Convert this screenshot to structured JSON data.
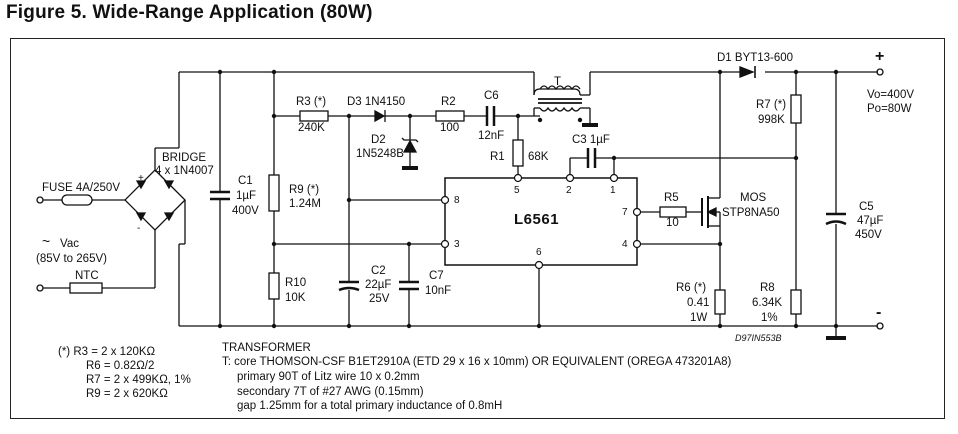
{
  "title": "Figure 5. Wide-Range Application (80W)",
  "labels": {
    "fuse": "FUSE 4A/250V",
    "vac": "Vac",
    "vac_range": "(85V to 265V)",
    "ntc": "NTC",
    "bridge": "BRIDGE",
    "bridge_part": "4 x 1N4007",
    "c1_name": "C1",
    "c1_val1": "1µF",
    "c1_val2": "400V",
    "r3_name": "R3 (*)",
    "r3_val": "240K",
    "r9_name": "R9 (*)",
    "r9_val": "1.24M",
    "r10_name": "R10",
    "r10_val": "10K",
    "d3": "D3 1N4150",
    "d2_name": "D2",
    "d2_val": "1N5248B",
    "r2_name": "R2",
    "r2_val": "100",
    "c6_name": "C6",
    "c6_val": "12nF",
    "t_name": "T",
    "r1_name": "R1",
    "r1_val": "68K",
    "c3": "C3 1µF",
    "c2_name": "C2",
    "c2_val1": "22µF",
    "c2_val2": "25V",
    "c7_name": "C7",
    "c7_val": "10nF",
    "ic": "L6561",
    "pin5": "5",
    "pin2": "2",
    "pin1": "1",
    "pin8": "8",
    "pin3": "3",
    "pin6": "6",
    "pin7": "7",
    "pin4": "4",
    "r5_name": "R5",
    "r5_val": "10",
    "mos_name": "MOS",
    "mos_val": "STP8NA50",
    "r6_name": "R6 (*)",
    "r6_val1": "0.41",
    "r6_val2": "1W",
    "r8_name": "R8",
    "r8_val1": "6.34K",
    "r8_val2": "1%",
    "d1": "D1 BYT13-600",
    "r7_name": "R7 (*)",
    "r7_val": "998K",
    "c5_name": "C5",
    "c5_val1": "47µF",
    "c5_val2": "450V",
    "vo": "Vo=400V",
    "po": "Po=80W",
    "plus": "+",
    "minus": "-",
    "code": "D97IN553B",
    "bridge_plus": "+",
    "bridge_minus": "-",
    "tilde": "~"
  },
  "notes": {
    "n1": "(*)  R3 = 2 x 120KΩ",
    "n2": "R6 = 0.82Ω/2",
    "n3": "R7 = 2 x 499KΩ, 1%",
    "n4": "R9 = 2 x 620KΩ"
  },
  "transformer": {
    "heading": "TRANSFORMER",
    "line1": "T:  core THOMSON-CSF B1ET2910A (ETD 29 x 16 x 10mm) OR EQUIVALENT (OREGA 473201A8)",
    "line2": "primary 90T of Litz wire 10 x 0.2mm",
    "line3": "secondary 7T of #27 AWG (0.15mm)",
    "line4": "gap 1.25mm for a total primary inductance of 0.8mH"
  }
}
